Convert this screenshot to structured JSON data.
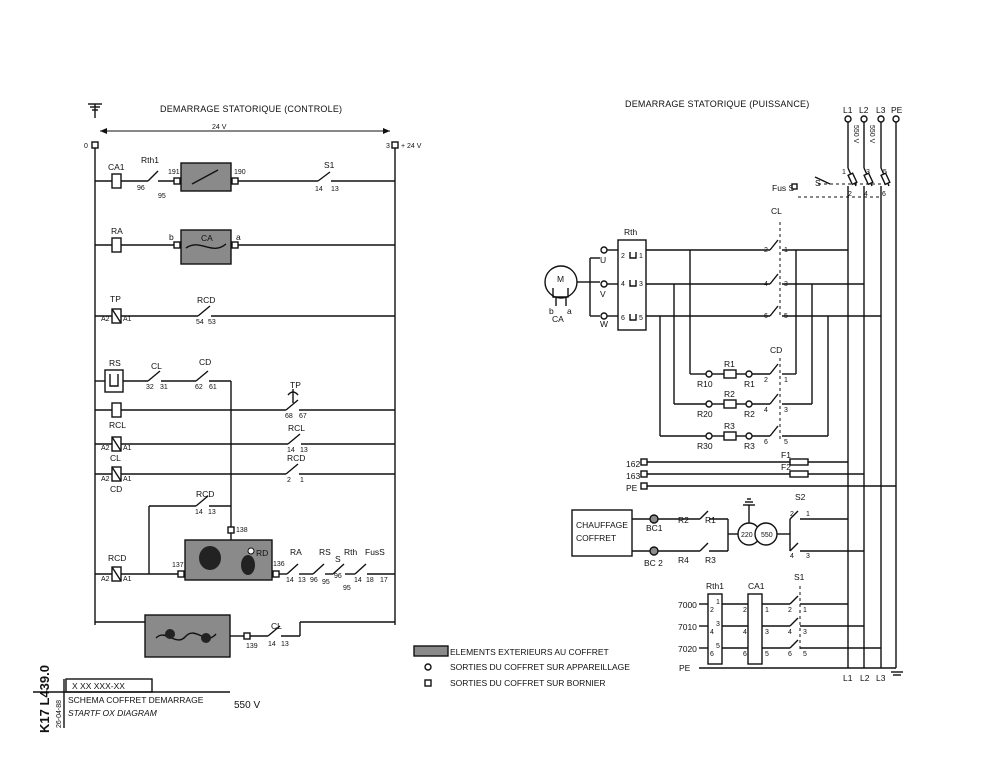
{
  "titles": {
    "control": "DEMARRAGE STATORIQUE (CONTROLE)",
    "power": "DEMARRAGE STATORIQUE (PUISSANCE)"
  },
  "control": {
    "voltage_bar": "24 V",
    "node_0": "0",
    "node_3": "3",
    "node_24v": "+ 24 V",
    "labels": {
      "CA1": "CA1",
      "Rth1": "Rth1",
      "t96": "96",
      "t95": "95",
      "t191": "191",
      "t190": "190",
      "S1": "S1",
      "S1_14": "14",
      "S1_13": "13",
      "RA": "RA",
      "b": "b",
      "CA": "CA",
      "a": "a",
      "TP": "TP",
      "A2": "A2",
      "A1": "A1",
      "RCD": "RCD",
      "t54": "54",
      "t53": "53",
      "RS": "RS",
      "CL": "CL",
      "t32": "32",
      "t31": "31",
      "CD": "CD",
      "t62": "62",
      "t61": "61",
      "TP2": "TP",
      "t68": "68",
      "t67": "67",
      "RCL": "RCL",
      "RCL2": "RCL",
      "t14a": "14",
      "t13a": "13",
      "CL2": "CL",
      "CD2": "CD",
      "RCD2": "RCD",
      "t2": "2",
      "t1": "1",
      "RCD3": "RCD",
      "t14b": "14",
      "t13b": "13",
      "t138": "138",
      "RCD4": "RCD",
      "t137": "137",
      "t136": "136",
      "RD": "RD",
      "RA2": "RA",
      "RS2": "RS",
      "S": "S",
      "Rth": "Rth",
      "FusS": "FusS",
      "t14c": "14",
      "t13c": "13",
      "t96b": "96",
      "t95b": "95",
      "t96c": "96",
      "t95c": "95",
      "t14d": "14",
      "t18": "18",
      "t17": "17",
      "CL3": "CL",
      "t139": "139",
      "t14e": "14",
      "t13e": "13"
    }
  },
  "power": {
    "phases": [
      "L1",
      "L2",
      "L3",
      "PE"
    ],
    "phases_bottom": [
      "L1",
      "L2",
      "L3"
    ],
    "v550a": "550 V",
    "v550b": "550 V",
    "labels": {
      "FusS": "Fus S",
      "S": "S",
      "CL": "CL",
      "Rth": "Rth",
      "M": "M",
      "U": "U",
      "V": "V",
      "W": "W",
      "b": "b",
      "a": "a",
      "CA": "CA",
      "rth_2": "2",
      "rth_1": "1",
      "rth_4": "4",
      "rth_3": "3",
      "rth_6": "6",
      "rth_5": "5",
      "cl_2": "2",
      "cl_1": "1",
      "cl_4": "4",
      "cl_3": "3",
      "cl_6": "6",
      "cl_5": "5",
      "fs_1": "1",
      "fs_2": "2",
      "fs_3": "3",
      "fs_4": "4",
      "fs_5": "5",
      "fs_6": "6",
      "CD": "CD",
      "cd_2": "2",
      "cd_1": "1",
      "cd_4": "4",
      "cd_3": "3",
      "cd_6": "6",
      "cd_5": "5",
      "R1": "R1",
      "R2": "R2",
      "R3": "R3",
      "R10": "R10",
      "R1b": "R1",
      "R20": "R20",
      "R2b": "R2",
      "R30": "R30",
      "R3b": "R3",
      "n162": "162",
      "n163": "163",
      "PE": "PE",
      "F1": "F1",
      "F2": "F2",
      "S2": "S2",
      "s2_2": "2",
      "s2_1": "1",
      "s2_4": "4",
      "s2_3": "3",
      "chauffage1": "CHAUFFAGE",
      "chauffage2": "COFFRET",
      "BC1": "BC1",
      "BC2": "BC 2",
      "R2c": "R2",
      "R1c": "R1",
      "R4": "R4",
      "R3c": "R3",
      "t220": "220",
      "t550": "550",
      "Rth1": "Rth1",
      "CA1": "CA1",
      "S1": "S1",
      "n7000": "7000",
      "n7010": "7010",
      "n7020": "7020",
      "PE2": "PE",
      "r_2": "2",
      "r_1": "1",
      "r_4": "4",
      "r_3": "3",
      "r_6": "6",
      "r_5": "5",
      "c_2": "2",
      "c_1": "1",
      "c_4": "4",
      "c_3": "3",
      "c_6": "6",
      "c_5": "5",
      "s_2": "2",
      "s_1": "1",
      "s_4": "4",
      "s_3": "3",
      "s_6": "6",
      "s_5": "5"
    }
  },
  "legend": {
    "ext": "ELEMENTS EXTERIEURS AU COFFRET",
    "circle": "SORTIES DU COFFRET SUR APPAREILLAGE",
    "square": "SORTIES DU COFFRET SUR BORNIER"
  },
  "titleblock": {
    "code": "K17 L439.0",
    "date": "26-04-88",
    "ref": "X XX XXX-XX",
    "title_fr": "SCHEMA COFFRET DEMARRAGE",
    "title_en": "STARTF   OX DIAGRAM",
    "voltage": "550 V"
  }
}
